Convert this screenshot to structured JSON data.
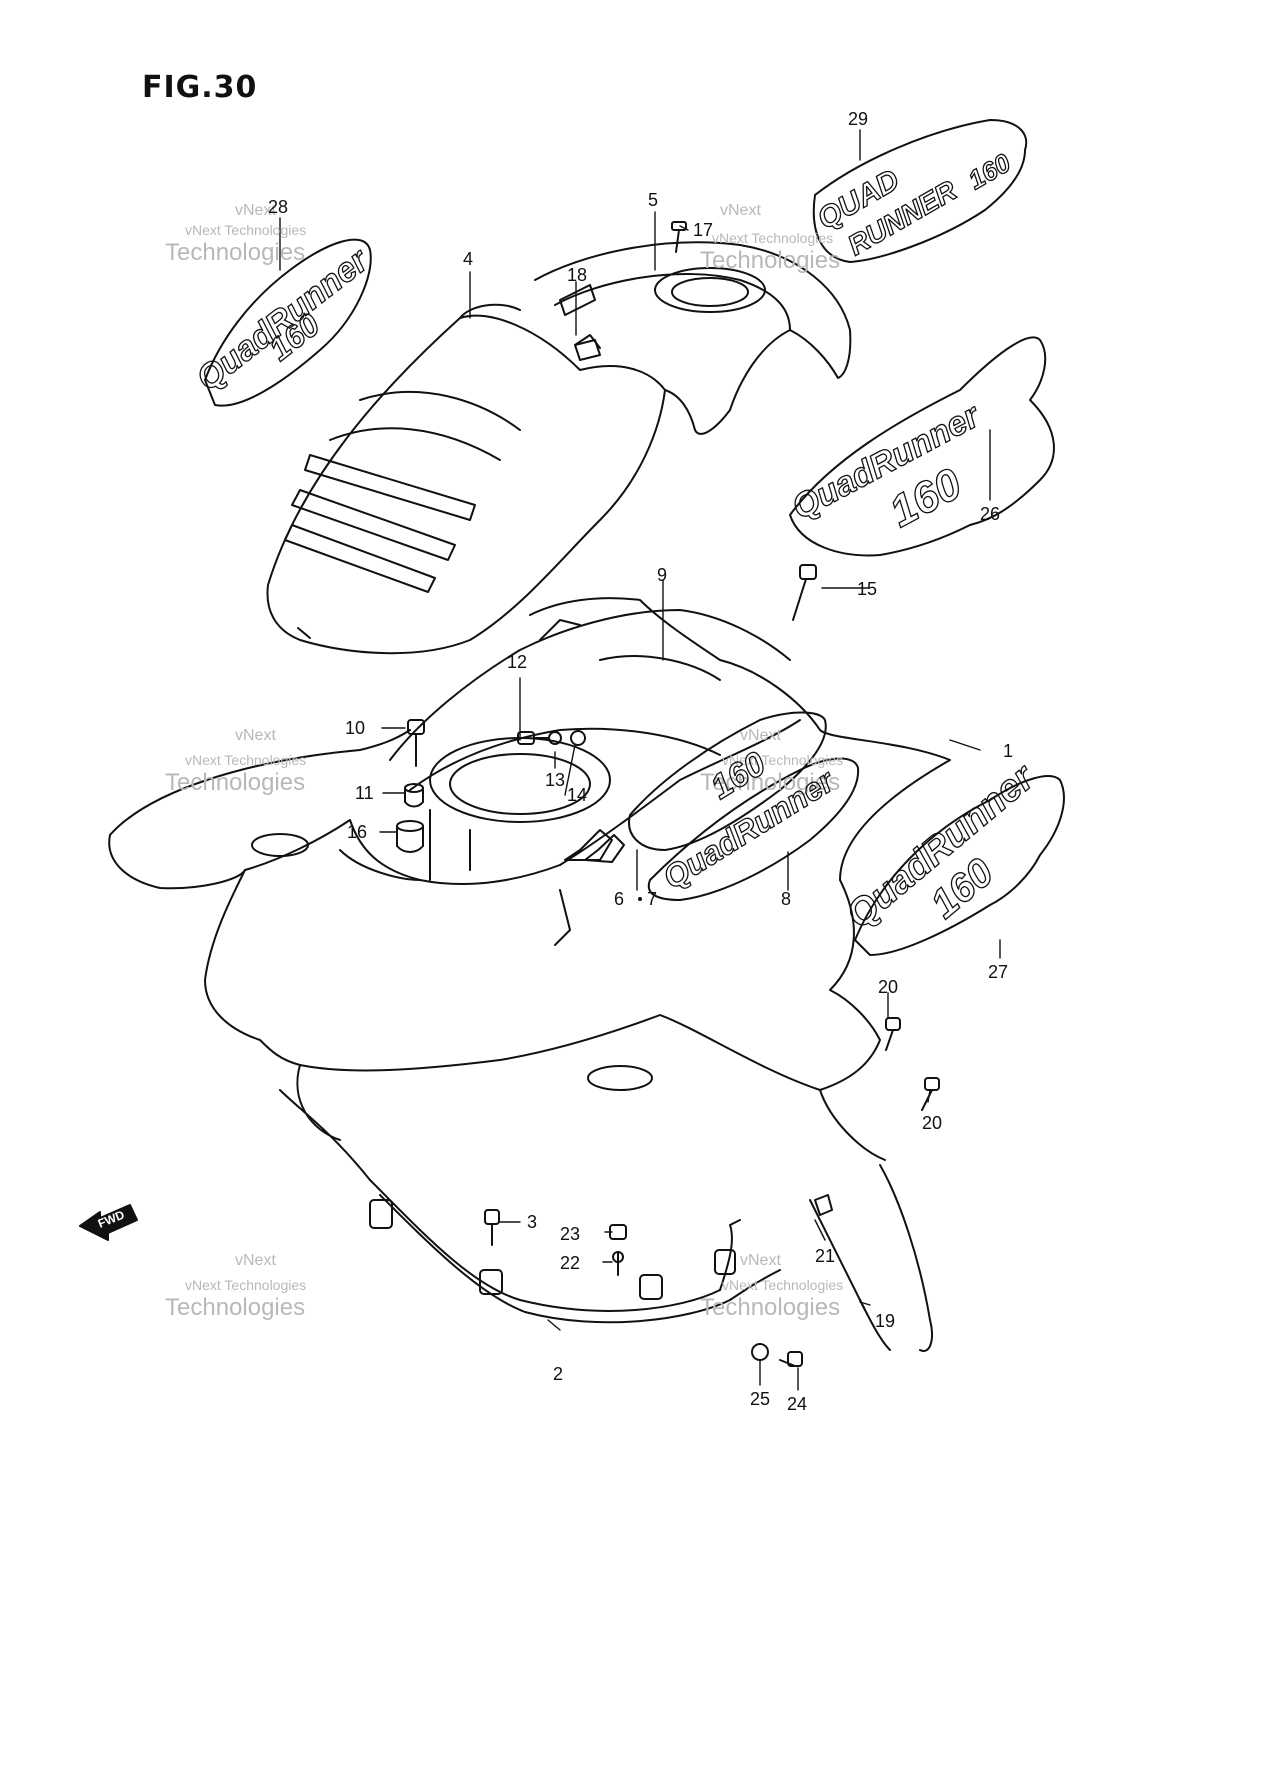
{
  "figure": {
    "title": "FIG.30"
  },
  "watermark": {
    "brand": "vNext",
    "line": "vNext Technologies",
    "big": "Technologies"
  },
  "fwd_label": "FWD",
  "callouts": [
    "1",
    "2",
    "3",
    "4",
    "5",
    "6",
    "7",
    "8",
    "9",
    "10",
    "11",
    "12",
    "13",
    "14",
    "15",
    "16",
    "17",
    "18",
    "19",
    "20",
    "20",
    "21",
    "22",
    "23",
    "24",
    "25",
    "26",
    "27",
    "28",
    "29"
  ],
  "decals": {
    "d28": {
      "line1": "QuadRunner",
      "line2": "160"
    },
    "d29": {
      "line1": "QUAD",
      "line2": "RUNNER",
      "line3": "160"
    },
    "d26": {
      "line1": "QuadRunner",
      "line2": "160"
    },
    "d27": {
      "line1": "QuadRunner",
      "line2": "160"
    },
    "fender": {
      "line1": "QuadRunner",
      "line2": "160"
    }
  }
}
